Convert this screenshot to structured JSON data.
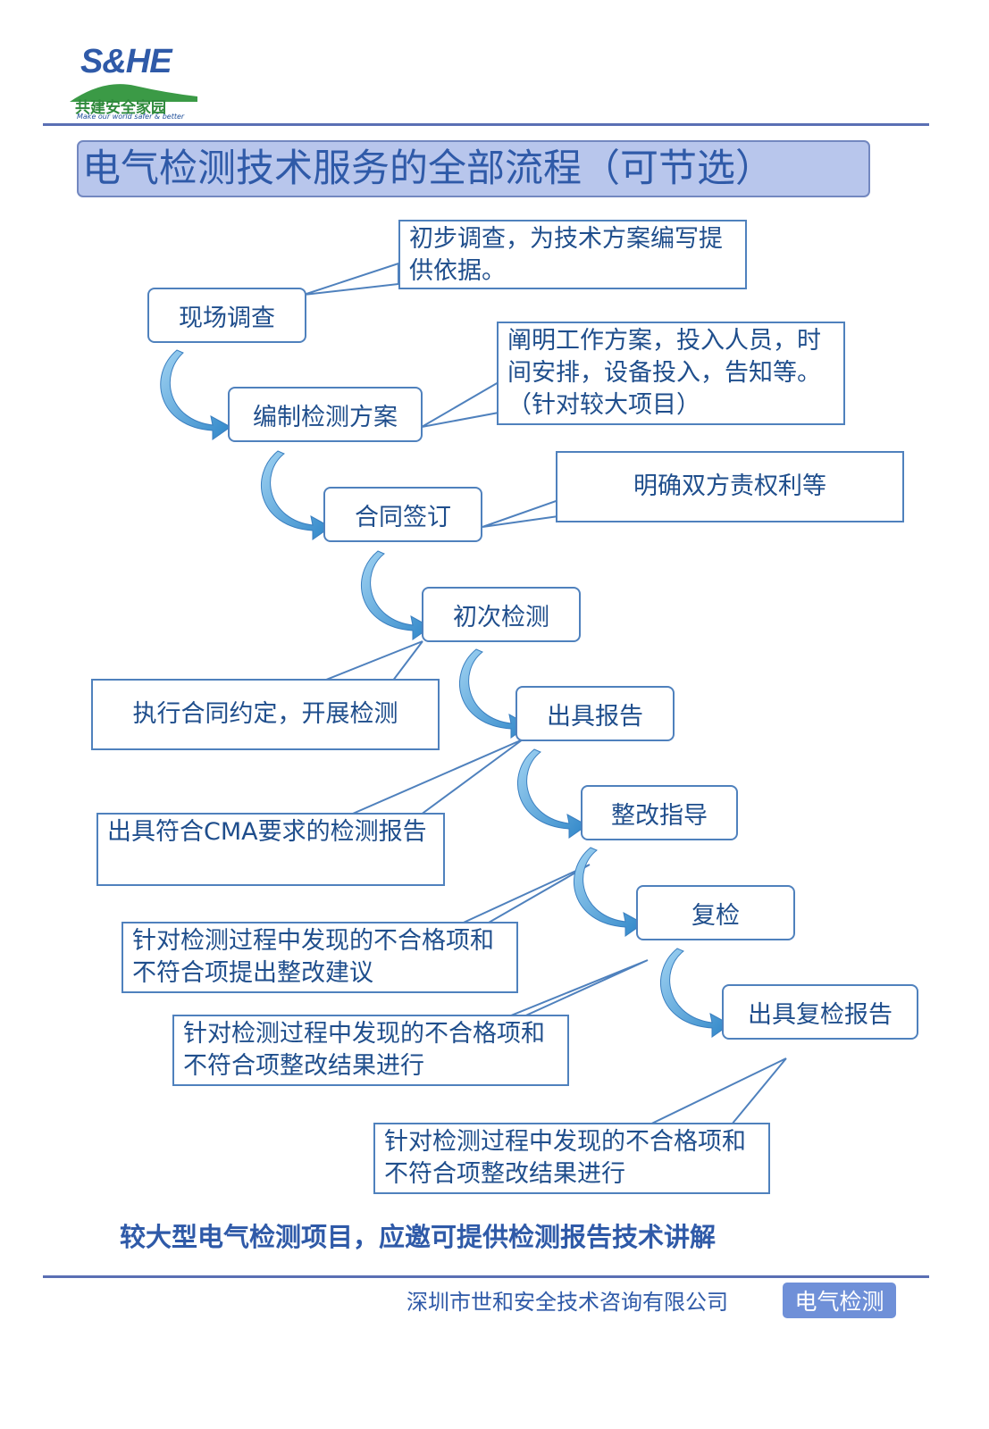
{
  "header": {
    "logo_text": "S&HE",
    "slogan_cn": "共建安全家园",
    "slogan_en": "Make our world safer & better"
  },
  "title": "电气检测技术服务的全部流程（可节选）",
  "steps": [
    "现场调查",
    "编制检测方案",
    "合同签订",
    "初次检测",
    "出具报告",
    "整改指导",
    "复检",
    "出具复检报告"
  ],
  "notes": [
    "初步调查，为技术方案编写提供依据。",
    "阐明工作方案，投入人员，时间安排，设备投入，告知等。（针对较大项目）",
    "明确双方责权利等",
    "执行合同约定，开展检测",
    "出具符合CMA要求的检测报告",
    "针对检测过程中发现的不合格项和不符合项提出整改建议",
    "针对检测过程中发现的不合格项和不符合项整改结果进行",
    "针对检测过程中发现的不合格项和不符合项整改结果进行"
  ],
  "bottom_text": "较大型电气检测项目，应邀可提供检测报告技术讲解",
  "footer": {
    "company": "深圳市世和安全技术咨询有限公司",
    "tag": "电气检测"
  },
  "colors": {
    "primary": "#2f5aa8",
    "box_border": "#4f81bd",
    "arrow": "#4a9fd8",
    "title_bg": "#b8c6ec"
  }
}
